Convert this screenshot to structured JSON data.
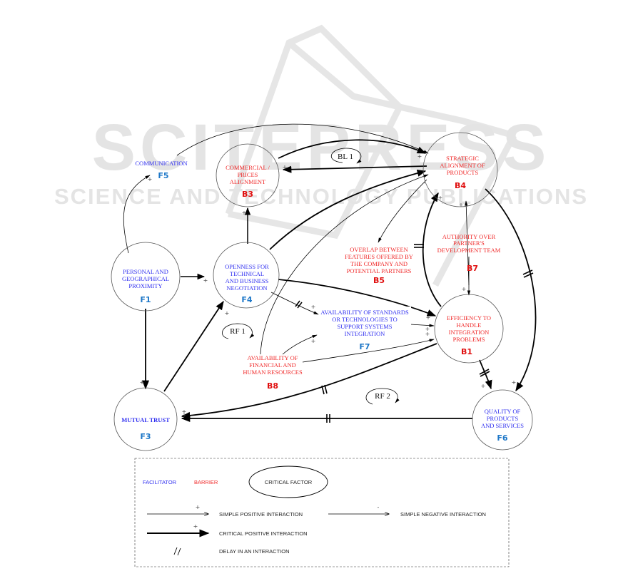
{
  "watermark": {
    "title": "SCITEPRESS",
    "subtitle": "SCIENCE AND TECHNOLOGY PUBLICATIONS"
  },
  "colors": {
    "facilitator": "#2f2ff0",
    "barrier": "#f02828",
    "facilitator_code": "#1f78c8",
    "barrier_code": "#e01010",
    "watermark": "#e4e4e4"
  },
  "nodes": {
    "F1": {
      "lines": [
        "PERSONAL AND",
        "GEOGRAPHICAL",
        "PROXIMITY"
      ],
      "code": "F1",
      "type": "facilitator",
      "critical": true
    },
    "F3": {
      "lines": [
        "MUTUAL TRUST"
      ],
      "code": "F3",
      "type": "facilitator",
      "critical": true
    },
    "F4": {
      "lines": [
        "OPENNESS FOR",
        "TECHNICAL",
        "AND BUSINESS",
        "NEGOTIATION"
      ],
      "code": "F4",
      "type": "facilitator",
      "critical": true
    },
    "F5": {
      "lines": [
        "COMMUNICATION"
      ],
      "code": "F5",
      "type": "facilitator",
      "critical": false
    },
    "F6": {
      "lines": [
        "QUALITY OF",
        "PRODUCTS",
        "AND SERVICES"
      ],
      "code": "F6",
      "type": "facilitator",
      "critical": true
    },
    "F7": {
      "lines": [
        "AVAILABILITY OF STANDARDS",
        "OR TECHNOLOGIES TO",
        "SUPPORT SYSTEMS",
        "INTEGRATION"
      ],
      "code": "F7",
      "type": "facilitator",
      "critical": false
    },
    "B1": {
      "lines": [
        "EFFICIENCY TO",
        "HANDLE",
        "INTEGRATION",
        "PROBLEMS"
      ],
      "code": "B1",
      "type": "barrier",
      "critical": true
    },
    "B3": {
      "lines": [
        "COMMERCIAL /",
        "PRICES",
        "ALIGNMENT"
      ],
      "code": "B3",
      "type": "barrier",
      "critical": true
    },
    "B4": {
      "lines": [
        "STRATEGIC",
        "ALIGNMENT OF",
        "PRODUCTS"
      ],
      "code": "B4",
      "type": "barrier",
      "critical": true
    },
    "B5": {
      "lines": [
        "OVERLAP BETWEEN",
        "FEATURES OFFERED BY",
        "THE COMPANY AND",
        "POTENTIAL PARTNERS"
      ],
      "code": "B5",
      "type": "barrier",
      "critical": false
    },
    "B7": {
      "lines": [
        "AUTHORITY OVER",
        "PARTNER'S",
        "DEVELOPMENT TEAM"
      ],
      "code": "B7",
      "type": "barrier",
      "critical": false
    },
    "B8": {
      "lines": [
        "AVAILABILITY OF",
        "FINANCIAL AND",
        "HUMAN RESOURCES"
      ],
      "code": "B8",
      "type": "barrier",
      "critical": false
    }
  },
  "edges": [
    {
      "from": "F1",
      "to": "F5",
      "sign": "+",
      "kind": "simple",
      "delay": false
    },
    {
      "from": "F5",
      "to": "B4",
      "sign": "+",
      "kind": "simple",
      "delay": false
    },
    {
      "from": "F1",
      "to": "F4",
      "sign": "+",
      "kind": "critical",
      "delay": false
    },
    {
      "from": "F1",
      "to": "F3",
      "sign": "+",
      "kind": "critical",
      "delay": false
    },
    {
      "from": "F3",
      "to": "F4",
      "sign": "+",
      "kind": "critical",
      "delay": false
    },
    {
      "from": "F4",
      "to": "B3",
      "sign": "+",
      "kind": "critical",
      "delay": false
    },
    {
      "from": "F4",
      "to": "B4",
      "sign": "+",
      "kind": "critical",
      "delay": false
    },
    {
      "from": "F4",
      "to": "B1",
      "sign": "+",
      "kind": "critical",
      "delay": false
    },
    {
      "from": "F4",
      "to": "F7",
      "sign": "+",
      "kind": "simple",
      "delay": true
    },
    {
      "from": "B3",
      "to": "B4",
      "sign": "+",
      "kind": "critical",
      "delay": false
    },
    {
      "from": "B4",
      "to": "B3",
      "sign": "+",
      "kind": "critical",
      "delay": false
    },
    {
      "from": "B4",
      "to": "B5",
      "sign": "-",
      "kind": "simple",
      "delay": false
    },
    {
      "from": "B7",
      "to": "B4",
      "sign": "+",
      "kind": "simple",
      "delay": false
    },
    {
      "from": "B4",
      "to": "B1",
      "sign": "+",
      "kind": "simple",
      "delay": false
    },
    {
      "from": "B1",
      "to": "B4",
      "sign": "+",
      "kind": "critical",
      "delay": true
    },
    {
      "from": "B4",
      "to": "F6",
      "sign": "+",
      "kind": "critical",
      "delay": true
    },
    {
      "from": "B8",
      "to": "B4",
      "sign": "+",
      "kind": "simple",
      "delay": false
    },
    {
      "from": "B8",
      "to": "F7",
      "sign": "+",
      "kind": "simple",
      "delay": false
    },
    {
      "from": "B8",
      "to": "B1",
      "sign": "+",
      "kind": "simple",
      "delay": false
    },
    {
      "from": "F7",
      "to": "B1",
      "sign": "+",
      "kind": "simple",
      "delay": false
    },
    {
      "from": "B1",
      "to": "F6",
      "sign": "+",
      "kind": "critical",
      "delay": true
    },
    {
      "from": "B1",
      "to": "F3",
      "sign": "+",
      "kind": "critical",
      "delay": true
    },
    {
      "from": "F6",
      "to": "F3",
      "sign": "+",
      "kind": "critical",
      "delay": true
    }
  ],
  "loops": [
    {
      "label": "BL 1"
    },
    {
      "label": "RF 1"
    },
    {
      "label": "RF 2"
    }
  ],
  "legend": {
    "facilitator": "FACILITATOR",
    "barrier": "BARRIER",
    "critical_factor": "CRITICAL FACTOR",
    "simple_positive": "SIMPLE POSITIVE INTERACTION",
    "simple_negative": "SIMPLE NEGATIVE INTERACTION",
    "critical_positive": "CRITICAL POSITIVE INTERACTION",
    "delay": "DELAY IN AN INTERACTION",
    "plus": "+",
    "minus": "-",
    "delay_mark": "//"
  }
}
